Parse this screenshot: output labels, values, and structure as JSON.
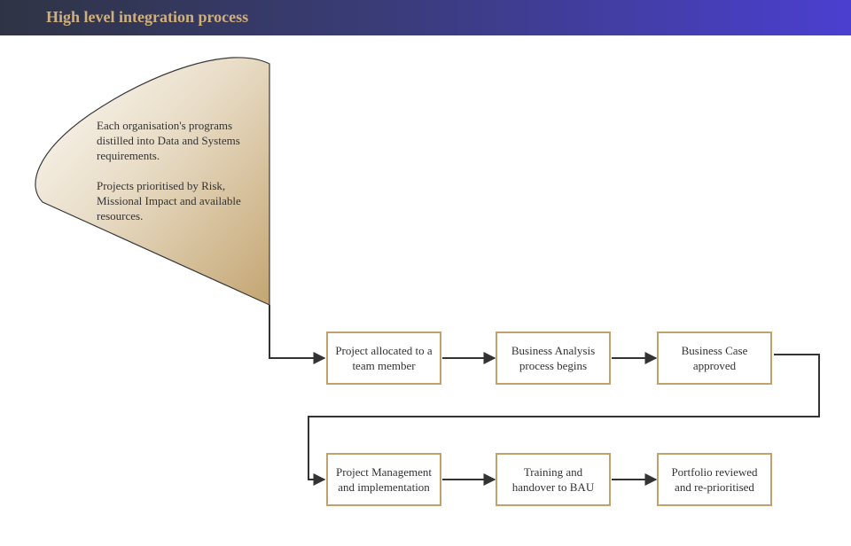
{
  "header": {
    "title": "High level integration process"
  },
  "intro": {
    "paragraph_1": "Each organisation's programs distilled into Data and Systems requirements.",
    "paragraph_2": "Projects prioritised by Risk, Missional Impact and available resources."
  },
  "steps": [
    {
      "label": "Project allocated to a team member"
    },
    {
      "label": "Business Analysis process begins"
    },
    {
      "label": "Business Case approved"
    },
    {
      "label": "Project Management and implementation"
    },
    {
      "label": "Training and handover to BAU"
    },
    {
      "label": "Portfolio reviewed and re-prioritised"
    }
  ],
  "colors": {
    "header_start": "#2f3445",
    "header_end": "#4a3fd0",
    "title_text": "#d0b07a",
    "box_border": "#c2a16a",
    "connector": "#333333",
    "shape_light": "#fbf9f4",
    "shape_dark": "#c4a572"
  }
}
